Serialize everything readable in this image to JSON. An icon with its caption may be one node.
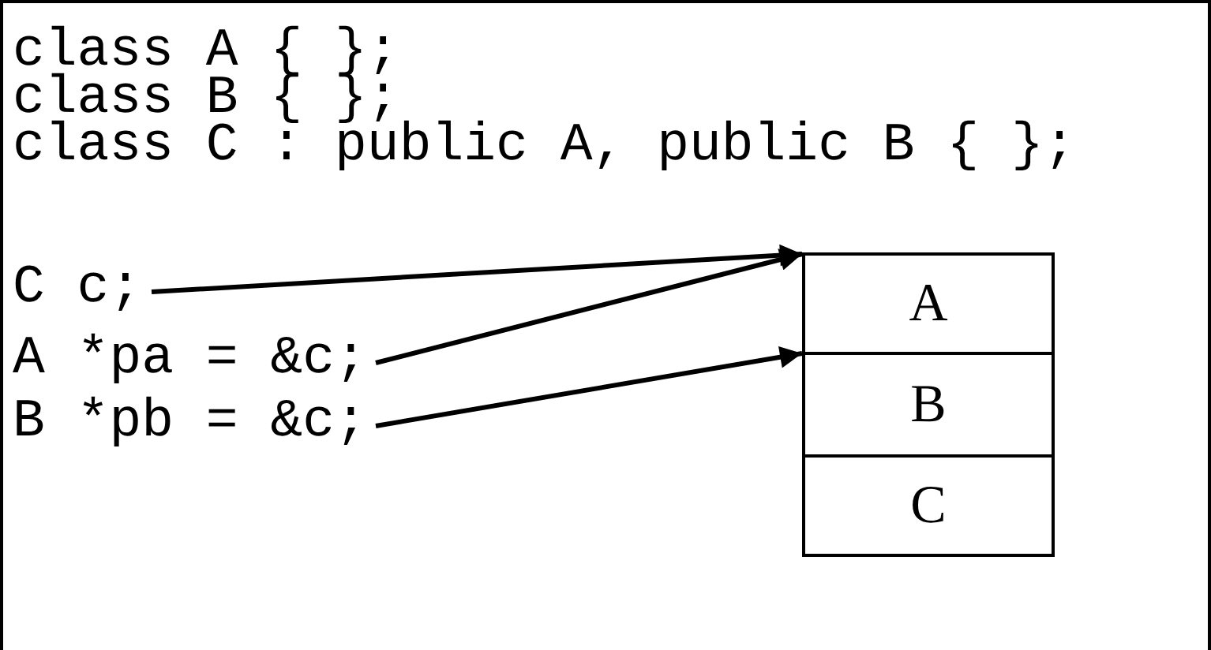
{
  "diagram": {
    "nodes": [
      {
        "text": [
          "C c;"
        ]
      },
      {
        "text": [
          "A *pa = &c;"
        ]
      },
      {
        "text": [
          "B *pb = &c;"
        ]
      },
      {
        "text": [
          "A"
        ]
      },
      {
        "text": [
          "B"
        ]
      },
      {
        "text": [
          "C"
        ]
      }
    ],
    "edges": [
      {
        "from": 0,
        "to": 3,
        "arrow": "to"
      },
      {
        "from": 1,
        "to": 3,
        "arrow": "to"
      },
      {
        "from": 2,
        "to": 4,
        "arrow": "to"
      }
    ],
    "labels": [
      "class A { };",
      "class B { };",
      "class C : public A, public B { };"
    ]
  }
}
